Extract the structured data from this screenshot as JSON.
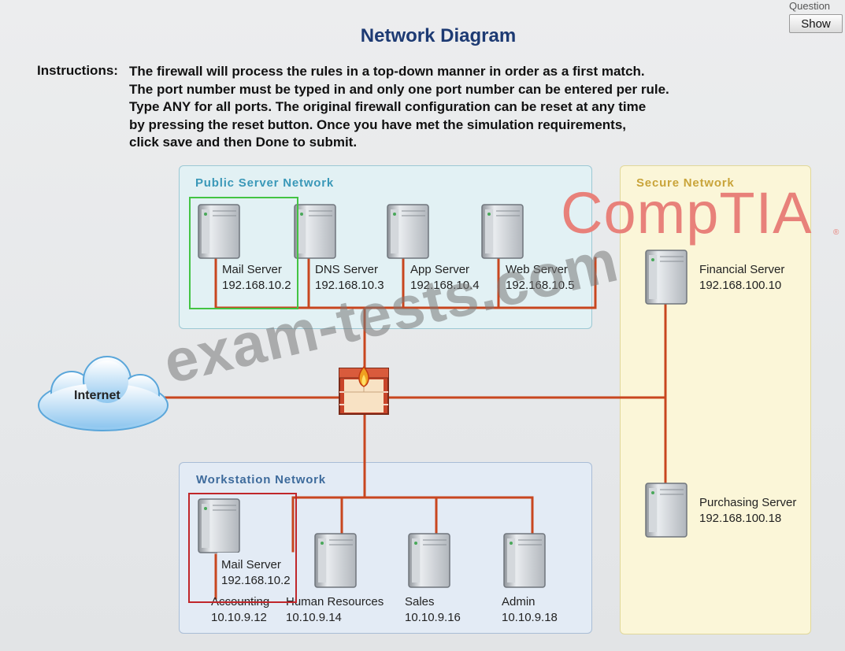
{
  "top_right": {
    "question_label": "Question",
    "show_button": "Show"
  },
  "title": "Network Diagram",
  "instructions": {
    "label": "Instructions:",
    "lines": [
      "The firewall will process the rules in a top-down manner in order as a first match.",
      "The port number must be typed in and only one port number can be entered per rule.",
      "Type ANY for all ports. The original firewall configuration can be reset at any time",
      "by pressing the reset button. Once you have met the simulation requirements,",
      "click save and then Done to submit."
    ]
  },
  "zones": {
    "public": {
      "title": "Public Server Network",
      "title_color": "#3a98b8",
      "background": "#e2f1f4"
    },
    "secure": {
      "title": "Secure Network",
      "title_color": "#c9a43a",
      "background": "#fbf6d8"
    },
    "workstation": {
      "title": "Workstation Network",
      "title_color": "#3e6b9c",
      "background": "#e3ebf5"
    }
  },
  "public_servers": [
    {
      "name": "Mail Server",
      "ip": "192.168.10.2"
    },
    {
      "name": "DNS Server",
      "ip": "192.168.10.3"
    },
    {
      "name": "App Server",
      "ip": "192.168.10.4"
    },
    {
      "name": "Web Server",
      "ip": "192.168.10.5"
    }
  ],
  "secure_servers": [
    {
      "name": "Financial Server",
      "ip": "192.168.100.10"
    },
    {
      "name": "Purchasing Server",
      "ip": "192.168.100.18"
    }
  ],
  "workstations": [
    {
      "name": "Accounting",
      "ip": "10.10.9.12"
    },
    {
      "name": "Human Resources",
      "ip": "10.10.9.14"
    },
    {
      "name": "Sales",
      "ip": "10.10.9.16"
    },
    {
      "name": "Admin",
      "ip": "10.10.9.18"
    }
  ],
  "overlay_popup": {
    "name": "Mail Server",
    "ip": "192.168.10.2"
  },
  "internet_label": "Internet",
  "logo": {
    "text": "CompTIA",
    "registered": "®",
    "color": "#e8817a"
  },
  "watermark": "exam-tests.com",
  "colors": {
    "title": "#1d3a73",
    "cable": "#c8461f",
    "highlight_green": "#43c443",
    "highlight_red": "#c0262a"
  }
}
